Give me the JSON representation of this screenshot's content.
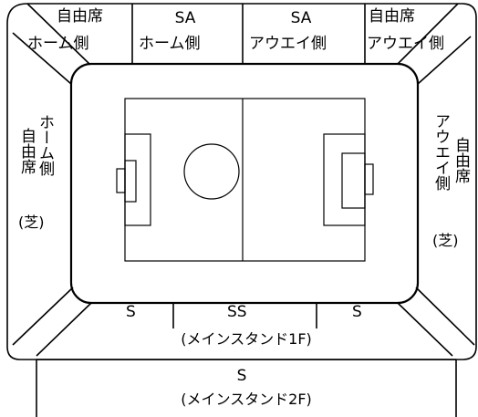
{
  "stands": {
    "top_left": {
      "line1": "自由席",
      "line2": "ホーム側"
    },
    "top_sa_home": {
      "line1": "SA",
      "line2": "ホーム側"
    },
    "top_sa_away": {
      "line1": "SA",
      "line2": "アウエイ側"
    },
    "top_right": {
      "line1": "自由席",
      "line2": "アウエイ側"
    },
    "left": {
      "col1": "自由席",
      "col2": "ホーム側",
      "note": "(芝)"
    },
    "right": {
      "col1": "アウエイ側",
      "col2": "自由席",
      "note": "(芝)"
    },
    "main_1f": {
      "s_left": "S",
      "ss": "SS",
      "s_right": "S",
      "caption": "(メインスタンド1F)"
    },
    "main_2f": {
      "s": "S",
      "caption": "(メインスタンド2F)"
    }
  },
  "colors": {
    "line": "#000000",
    "background": "#ffffff"
  }
}
